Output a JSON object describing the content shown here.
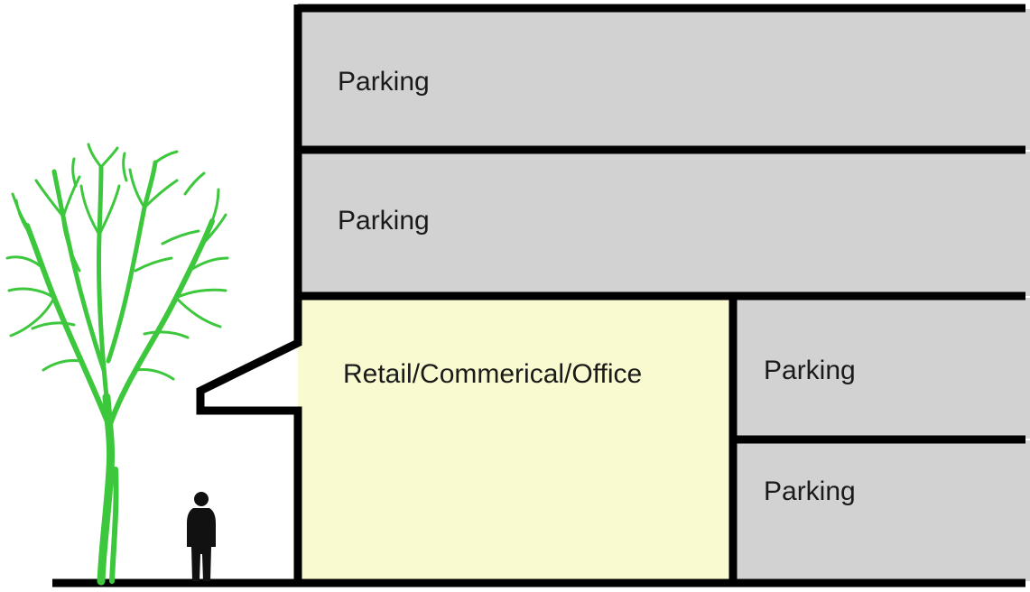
{
  "diagram": {
    "upper_levels": [
      {
        "label": "Parking"
      },
      {
        "label": "Parking"
      }
    ],
    "ground_level": {
      "retail_label": "Retail/Commerical/Office",
      "rear_levels": [
        {
          "label": "Parking"
        },
        {
          "label": "Parking"
        }
      ]
    },
    "colors": {
      "parking_fill": "#d2d2d2",
      "retail_fill": "#fafad0",
      "outline": "#000000",
      "tree": "#3dc73d",
      "person": "#111111"
    },
    "icons": [
      "tree-icon",
      "person-icon"
    ]
  }
}
